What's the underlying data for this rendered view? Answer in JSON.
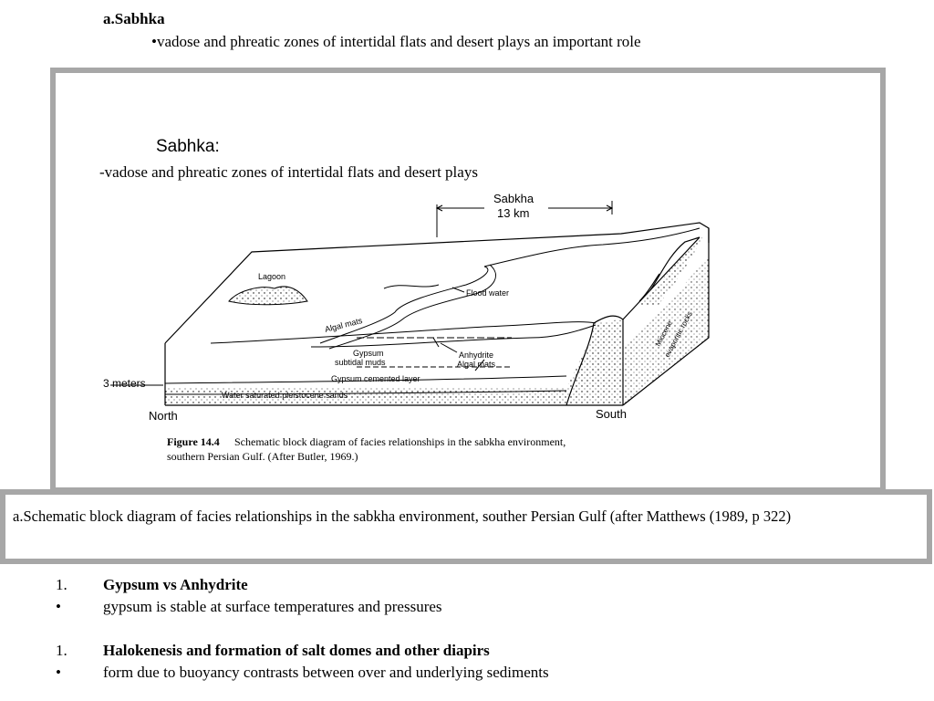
{
  "slide": {
    "heading": "a.Sabhka",
    "sub_bullet": "•vadose and phreatic zones of intertidal flats and desert plays an important role"
  },
  "figure": {
    "title": "Sabhka:",
    "subtitle": "-vadose and phreatic zones of intertidal flats and desert plays",
    "scale_label_1": "Sabkha",
    "scale_label_2": "13 km",
    "lagoon_label": "Lagoon",
    "flood_water_label": "Flood water",
    "algal_mats_label": "Algal mats",
    "gypsum_label": "Gypsum",
    "subtidal_muds_label": "subtidal muds",
    "anhydrite_label": "Anhydrite",
    "algal_mats_label_2": "Algal mats",
    "gypsum_cemented_label": "Gypsum cemented layer",
    "water_saturated_label": "Water saturated pleistocene sands",
    "meters_label": "3 meters",
    "north_label": "North",
    "south_label": "South",
    "miocene_label_1": "Miocene",
    "miocene_label_2": "evaporitic rocks",
    "caption_bold": "Figure 14.4",
    "caption_line1": "Schematic block diagram of facies relationships in the sabkha environment,",
    "caption_line2": "southern Persian Gulf. (After Butler, 1969.)"
  },
  "caption_box": {
    "text": "a.Schematic block diagram of facies relationships in the sabkha environment, souther Persian Gulf (after Matthews (1989, p 322)"
  },
  "list": [
    {
      "marker": "1.",
      "text": "Gypsum vs Anhydrite"
    },
    {
      "marker": "•",
      "text": "gypsum is stable at surface temperatures and pressures"
    },
    {
      "marker": "1.",
      "text": "Halokenesis and formation of salt domes and other diapirs"
    },
    {
      "marker": "•",
      "text": "form due to buoyancy contrasts between over and underlying sediments"
    }
  ]
}
